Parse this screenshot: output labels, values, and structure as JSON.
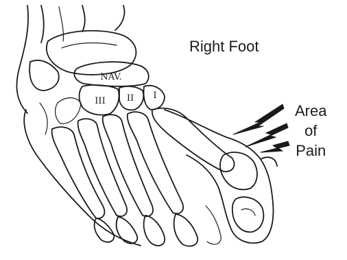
{
  "title": "Right Foot",
  "pain_label": [
    "Area",
    "of",
    "Pain"
  ],
  "bone_labels": {
    "navicular": "NAV.",
    "cuneiform_3": "III",
    "cuneiform_2": "II",
    "cuneiform_1": "I"
  },
  "colors": {
    "ink": "#1a1a1a",
    "background": "#ffffff"
  }
}
